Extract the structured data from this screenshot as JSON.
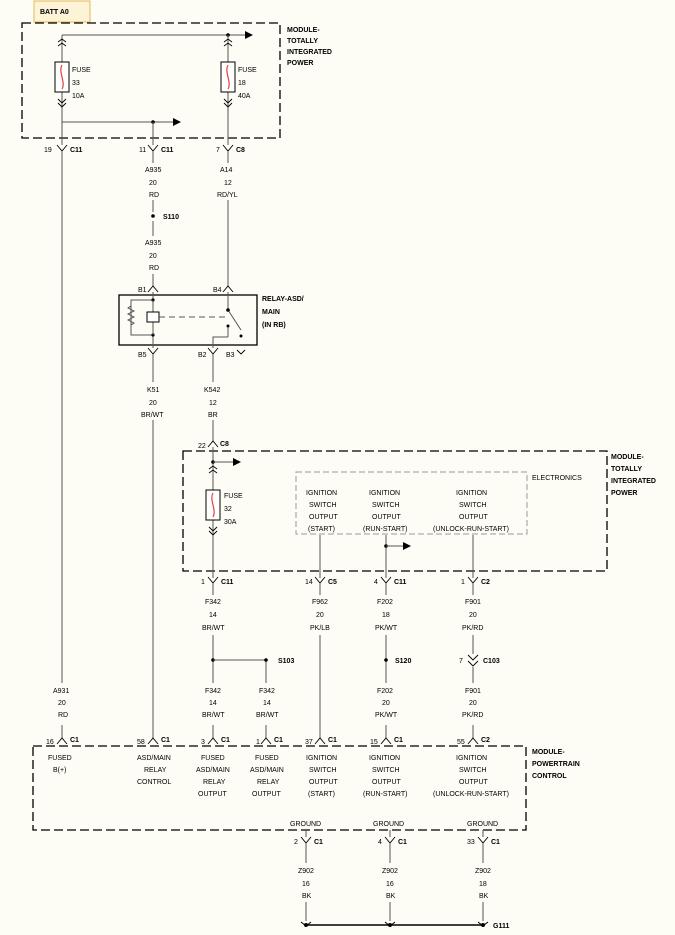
{
  "batt_label": "BATT A0",
  "modules": {
    "tip_top": [
      "MODULE-",
      "TOTALLY",
      "INTEGRATED",
      "POWER"
    ],
    "relay": [
      "RELAY-ASD/",
      "MAIN",
      "(IN RB)"
    ],
    "tip_bottom": [
      "MODULE-",
      "TOTALLY",
      "INTEGRATED",
      "POWER"
    ],
    "electronics": "ELECTRONICS",
    "pcm": [
      "MODULE-",
      "POWERTRAIN",
      "CONTROL"
    ]
  },
  "fuses": {
    "f33": [
      "FUSE",
      "33",
      "10A"
    ],
    "f18": [
      "FUSE",
      "18",
      "40A"
    ],
    "f32": [
      "FUSE",
      "32",
      "30A"
    ]
  },
  "connectors": {
    "c11_19": [
      "19",
      "C11"
    ],
    "c11_11": [
      "11",
      "C11"
    ],
    "c8_7": [
      "7",
      "C8"
    ],
    "b1": "B1",
    "b4": "B4",
    "b5": "B5",
    "b2": "B2",
    "b3": "B3",
    "c8_22": [
      "22",
      "C8"
    ],
    "c11_1": [
      "1",
      "C11"
    ],
    "c5_14": [
      "14",
      "C5"
    ],
    "c11_4": [
      "4",
      "C11"
    ],
    "c2_1": [
      "1",
      "C2"
    ],
    "c103_7": [
      "7",
      "C103"
    ],
    "c1_16": [
      "16",
      "C1"
    ],
    "c1_58": [
      "58",
      "C1"
    ],
    "c1_3": [
      "3",
      "C1"
    ],
    "c1_1": [
      "1",
      "C1"
    ],
    "c1_37": [
      "37",
      "C1"
    ],
    "c1_15": [
      "15",
      "C1"
    ],
    "c2_55": [
      "55",
      "C2"
    ],
    "c1_2": [
      "2",
      "C1"
    ],
    "c1_4": [
      "4",
      "C1"
    ],
    "c1_33": [
      "33",
      "C1"
    ]
  },
  "wires": {
    "a935_top": [
      "A935",
      "20",
      "RD"
    ],
    "a14": [
      "A14",
      "12",
      "RD/YL"
    ],
    "a935_bot": [
      "A935",
      "20",
      "RD"
    ],
    "k51": [
      "K51",
      "20",
      "BR/WT"
    ],
    "k542": [
      "K542",
      "12",
      "BR"
    ],
    "f342_a": [
      "F342",
      "14",
      "BR/WT"
    ],
    "f962": [
      "F962",
      "20",
      "PK/LB"
    ],
    "f202_a": [
      "F202",
      "18",
      "PK/WT"
    ],
    "f901_a": [
      "F901",
      "20",
      "PK/RD"
    ],
    "a931": [
      "A931",
      "20",
      "RD"
    ],
    "f342_b": [
      "F342",
      "14",
      "BR/WT"
    ],
    "f342_c": [
      "F342",
      "14",
      "BR/WT"
    ],
    "f202_b": [
      "F202",
      "20",
      "PK/WT"
    ],
    "f901_b": [
      "F901",
      "20",
      "PK/RD"
    ],
    "z902_a": [
      "Z902",
      "16",
      "BK"
    ],
    "z902_b": [
      "Z902",
      "16",
      "BK"
    ],
    "z902_c": [
      "Z902",
      "18",
      "BK"
    ]
  },
  "splices": {
    "s110": "S110",
    "s103": "S103",
    "s120": "S120",
    "g111": "G111"
  },
  "outputs": {
    "o1": [
      "IGNITION",
      "SWITCH",
      "OUTPUT",
      "(START)"
    ],
    "o2": [
      "IGNITION",
      "SWITCH",
      "OUTPUT",
      "(RUN-START)"
    ],
    "o3": [
      "IGNITION",
      "SWITCH",
      "OUTPUT",
      "(UNLOCK-RUN-START)"
    ]
  },
  "pcm_pins": {
    "p1": [
      "FUSED",
      "B(+)"
    ],
    "p2": [
      "ASD/MAIN",
      "RELAY",
      "CONTROL"
    ],
    "p3": [
      "FUSED",
      "ASD/MAIN",
      "RELAY",
      "OUTPUT"
    ],
    "p4": [
      "FUSED",
      "ASD/MAIN",
      "RELAY",
      "OUTPUT"
    ],
    "p5": [
      "IGNITION",
      "SWITCH",
      "OUTPUT",
      "(START)"
    ],
    "p6": [
      "IGNITION",
      "SWITCH",
      "OUTPUT",
      "(RUN-START)"
    ],
    "p7": [
      "IGNITION",
      "SWITCH",
      "OUTPUT",
      "(UNLOCK-RUN-START)"
    ]
  },
  "grounds": {
    "g1": "GROUND",
    "g2": "GROUND",
    "g3": "GROUND"
  }
}
